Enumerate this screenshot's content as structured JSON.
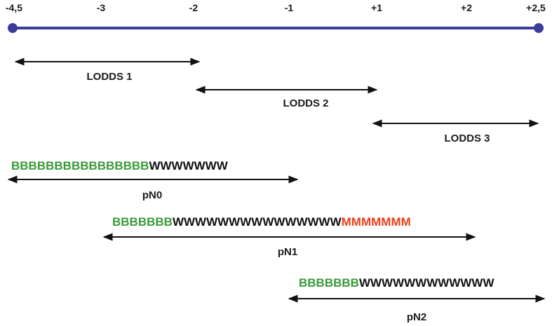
{
  "axis": {
    "ticks": [
      "-4,5",
      "-3",
      "-2",
      "-1",
      "+1",
      "+2",
      "+2,5"
    ],
    "line_color": "#3b3d9a"
  },
  "lodds": [
    {
      "label": "LODDS 1"
    },
    {
      "label": "LODDS 2"
    },
    {
      "label": "LODDS 3"
    }
  ],
  "pn": [
    {
      "label": "pN0",
      "segments": [
        {
          "text": "BBBBBBBBBBBBBBBB",
          "color": "#3a9a3a"
        },
        {
          "text": "WWWWWWW",
          "color": "#111111"
        }
      ]
    },
    {
      "label": "pN1",
      "segments": [
        {
          "text": "BBBBBBB",
          "color": "#3a9a3a"
        },
        {
          "text": "WWWWWWWWWWWWWWW",
          "color": "#111111"
        },
        {
          "text": "MMMMMMM",
          "color": "#e8401c"
        }
      ]
    },
    {
      "label": "pN2",
      "segments": [
        {
          "text": "BBBBBBB",
          "color": "#3a9a3a"
        },
        {
          "text": "WWWWWWWWWWWW",
          "color": "#111111"
        }
      ]
    }
  ]
}
